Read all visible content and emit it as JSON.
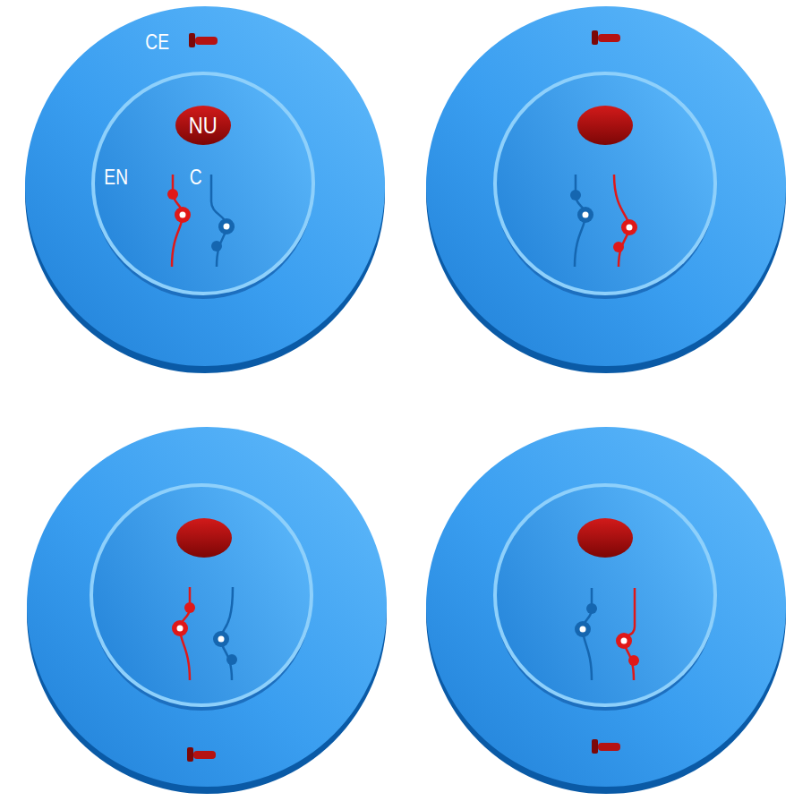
{
  "diagram": {
    "nodes": [
      {
        "text": [
          "NU"
        ]
      }
    ],
    "labels": [
      "CE",
      "EN",
      "C"
    ]
  }
}
